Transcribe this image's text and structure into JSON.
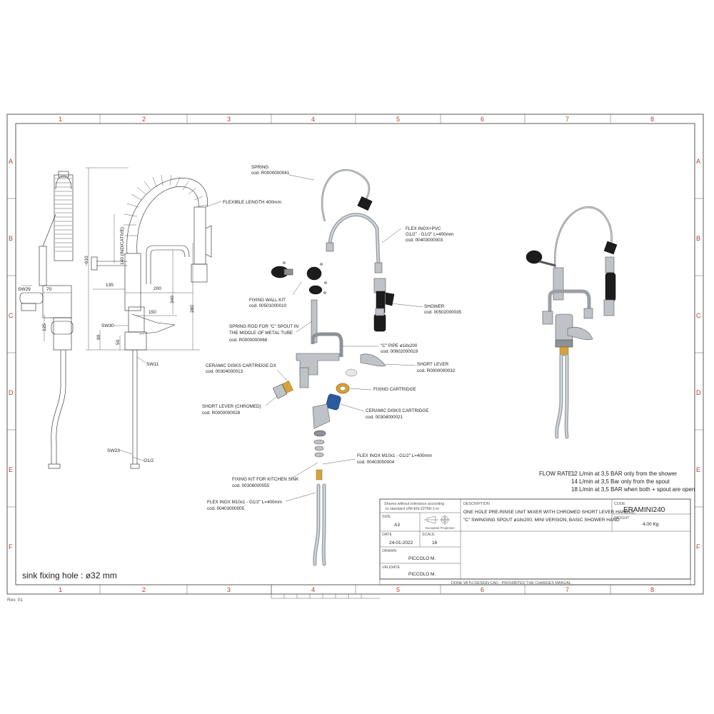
{
  "zones": {
    "columns": [
      "1",
      "2",
      "3",
      "4",
      "5",
      "6",
      "7",
      "8"
    ],
    "rows": [
      "A",
      "B",
      "C",
      "D",
      "E",
      "F"
    ]
  },
  "side_view": {
    "dims": {
      "sw29": "SW29",
      "d70": "70",
      "d125": "125",
      "sw23": "SW23",
      "g12": "G1/2"
    }
  },
  "front_view": {
    "dims": {
      "d610": "~610",
      "d140": "140 (INDICATIVE)",
      "d135": "135",
      "d200": "200",
      "d340": "340",
      "d280": "280",
      "d150": "150",
      "sw30": "SW30",
      "d90": "90",
      "d50": "50",
      "sw11": "SW11"
    },
    "flexible_length": "FLEXIBLE LENGTH 400mm"
  },
  "parts": [
    {
      "name": "SPRING",
      "code": "cod. R0000000041"
    },
    {
      "name": "FLEX INOX+PVC",
      "name2": "G1/2\" - G1/2\" L=400mm",
      "code": "cod. 00403000003"
    },
    {
      "name": "FIXING WALL KIT",
      "code": "cod. 00501000010"
    },
    {
      "name": "SHOWER",
      "code": "cod. 00502000035"
    },
    {
      "name": "SPRING ROD FOR \"C\" SPOUT IN",
      "name2": "THE MIDDLE OF METAL TUBE",
      "code": "cod. R0000000068"
    },
    {
      "name": "\"C\" PIPE  ø18x200",
      "code": "cod. 00602000019"
    },
    {
      "name": "CERAMIC DISKS CARTRIDGE DX",
      "code": "cod. 00304000013"
    },
    {
      "name": "SHORT LEVER",
      "code": "cod. R0000000032"
    },
    {
      "name": "FIXING CARTRIDGE",
      "code": ""
    },
    {
      "name": "SHORT LEVER (CHROMED)",
      "code": "cod. R0000000028"
    },
    {
      "name": "CERAMIC DISKS CARTRIDGE",
      "code": "cod. 00304000021"
    },
    {
      "name": "FLEX INOX M10x1 - G1/2\" L=400mm",
      "code": "cod. 00403000004"
    },
    {
      "name": "FIXING KIT FOR KITCHEN SINK",
      "code": "cod. 00306000055"
    },
    {
      "name": "FLEX INOX M10x1 - G1/2\" L=400mm",
      "code": "cod. 00403000005"
    }
  ],
  "flow_rate": {
    "label": "FLOW RATE :",
    "lines": [
      "12 L/min at 3,5 BAR only from the shower",
      "14 L/min at 3,5 Bar only from the spout",
      "18 L/min at 3,5 BAR when both + spout are open"
    ]
  },
  "sink_note": "sink fixing hole : ø32 mm",
  "revision": "Rev. 01",
  "title_block": {
    "tolerance_line1": "Shares without tolerance according",
    "tolerance_line2": "to standard  UNI-EN-22768-1-m",
    "size_label": "SIZE",
    "size_value": "A3",
    "projection": "European Projection",
    "date_label": "DATE",
    "date_value": "24-01-2022",
    "scale_label": "SCALE",
    "scale_value": "16",
    "drawn_label": "DRAWN",
    "drawn_value": "PICCOLO M.",
    "validate_label": "VALIDATE",
    "validate_value": "PICCOLO M.",
    "description_label": "DESCRIPTION",
    "description_line1": "ONE HOLE PRE-RINSE UNIT MIXER WITH CHROMED SHORT LEVER HANDLE,",
    "description_line2": "\"C\" SWINGING SPOUT ø18x200, MINI VERSION, BASIC SHOWER HAND",
    "code_label": "CODE",
    "code_value": "ERAMINI240",
    "weight_label": "WEIGHT",
    "weight_value": "4,00 Kg",
    "footer": "DONE WITH DESIGN CAD - PROHIBITED THE CHANGES MANUAL"
  }
}
